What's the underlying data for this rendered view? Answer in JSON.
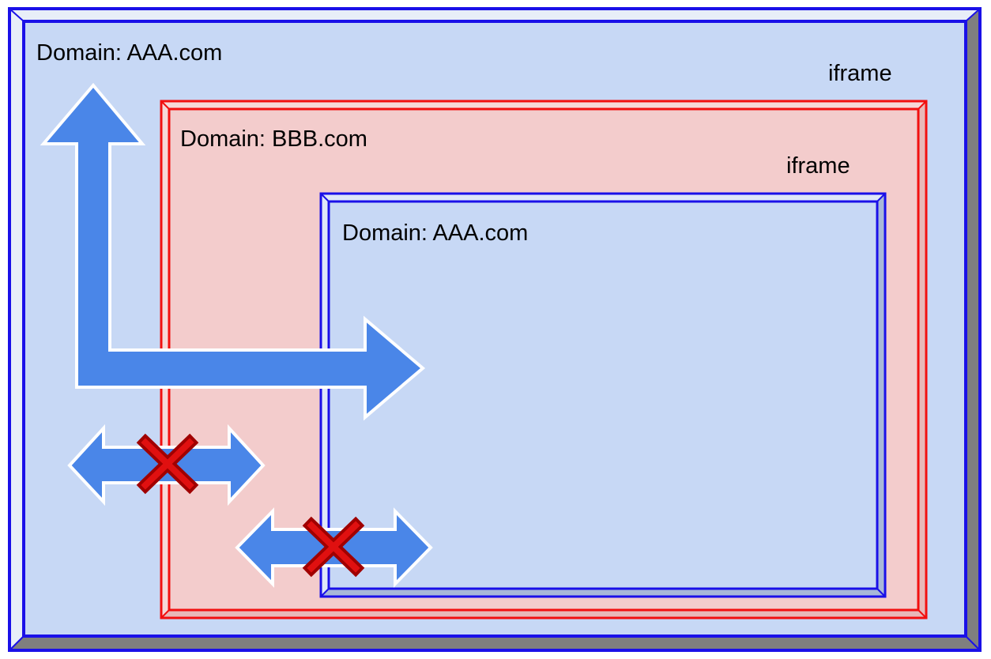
{
  "outer_frame": {
    "domain_label": "Domain: AAA.com",
    "iframe_label": "iframe"
  },
  "middle_frame": {
    "domain_label": "Domain: BBB.com",
    "iframe_label": "iframe"
  },
  "inner_frame": {
    "domain_label": "Domain: AAA.com"
  },
  "colors": {
    "blue_border": "#1a10e8",
    "blue_fill": "#c7d8f5",
    "red_border": "#f20f0f",
    "red_fill": "#f3cccc",
    "arrow_fill": "#4a86e8",
    "arrow_outline": "#ffffff",
    "blocked_cross": "#e01010",
    "blocked_cross_dark": "#a00000"
  },
  "arrows": [
    {
      "id": "allowed-elbow-arrow",
      "meaning": "allowed",
      "blocked": false
    },
    {
      "id": "blocked-arrow-outer-to-bbb",
      "meaning": "blocked",
      "blocked": true
    },
    {
      "id": "blocked-arrow-bbb-to-inner",
      "meaning": "blocked",
      "blocked": true
    }
  ]
}
